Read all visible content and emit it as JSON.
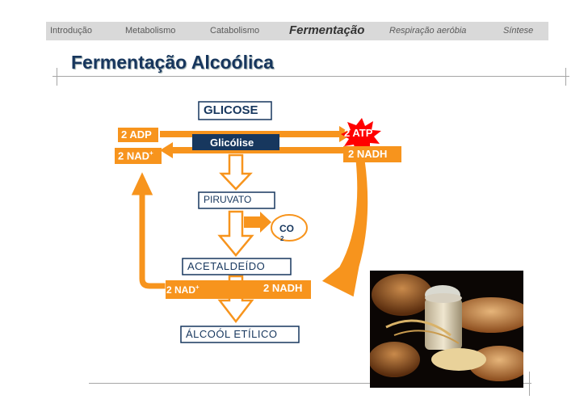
{
  "nav": {
    "items": [
      "Introdução",
      "Metabolismo",
      "Catabolismo",
      "Fermentação",
      "Respiração aeróbia",
      "Síntese"
    ],
    "active": "Fermentação"
  },
  "title": "Fermentação Alcoólica",
  "diagram": {
    "glicose": "GLICOSE",
    "glicolise": "Glicólise",
    "adp": "2 ADP",
    "nad_left": "2 NAD",
    "nad_sup": "+",
    "atp": "2 ATP",
    "nadh_right": "2 NADH",
    "piruvato": "PIRUVATO",
    "co2": "CO",
    "co2_sub": "2",
    "acetaldeido": "ACETALDEÍDO",
    "nad_bottom": "2 NAD",
    "nad_bottom_sup": "+",
    "nadh_bottom": "2 NADH",
    "alcool": "ÁLCOÓL ETÍLICO"
  },
  "colors": {
    "orange": "#f7941d",
    "blue": "#17375e",
    "nav_bg": "#d9d9d9",
    "red_star": "#ff0000"
  },
  "photo": {
    "subject": "bread-and-grain-photo"
  }
}
